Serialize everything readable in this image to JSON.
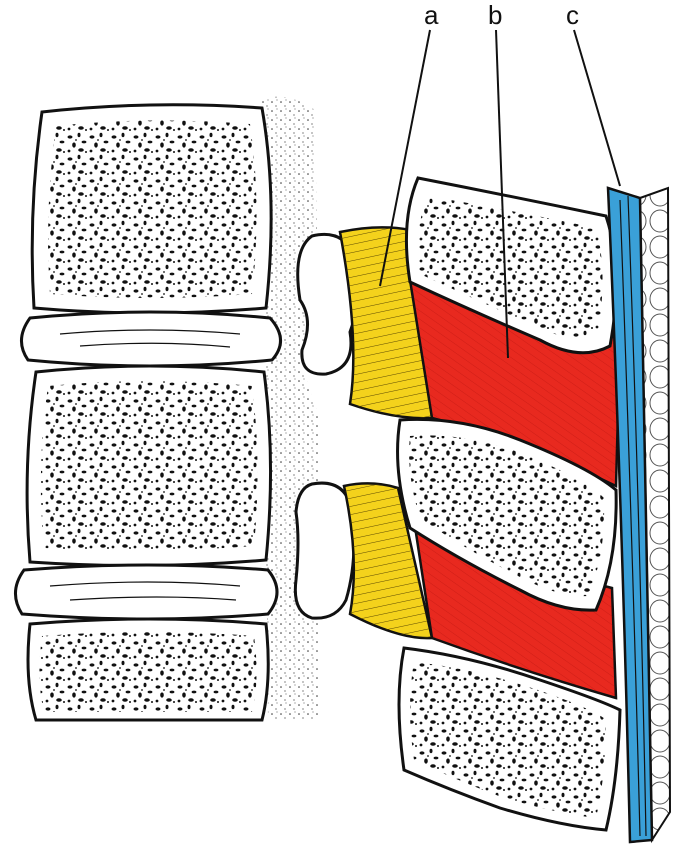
{
  "labels": {
    "a": "a",
    "b": "b",
    "c": "c"
  },
  "colors": {
    "ligament_a": "#f4d21c",
    "ligament_b": "#e8291f",
    "ligament_c": "#3aa0d8",
    "outline": "#111111",
    "background": "#ffffff"
  }
}
